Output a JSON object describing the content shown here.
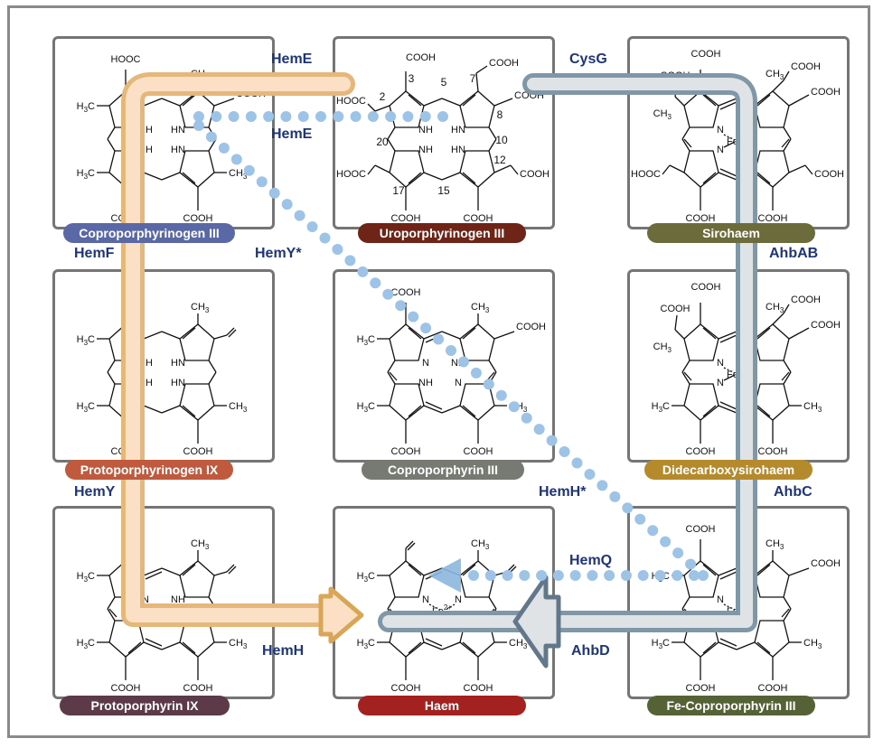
{
  "figure": {
    "title": "Haem biosynthesis pathways from uroporphyrinogen III",
    "colors": {
      "protoporphyrin_route": "#e6b77a",
      "protoporphyrin_route_fill": "#fbe0c6",
      "siroheme_route": "#7f97a6",
      "siroheme_route_fill": "#dfe3e6",
      "coproporphyrin_route_dots": "#9dc3e6",
      "enzyme_text": "#1f3575",
      "panel_border": "#757575",
      "frame_border": "#8a8a8a"
    }
  },
  "compounds": [
    {
      "id": "coproporphyrinogen-iii",
      "label": "Coproporphyrinogen III",
      "color": "#5a68a6"
    },
    {
      "id": "uroporphyrinogen-iii",
      "label": "Uroporphyrinogen III",
      "color": "#6e2417"
    },
    {
      "id": "sirohaem",
      "label": "Sirohaem",
      "color": "#6b6b3c"
    },
    {
      "id": "protoporphyrinogen-ix",
      "label": "Protoporphyrinogen IX",
      "color": "#c05a3f"
    },
    {
      "id": "coproporphyrin-iii",
      "label": "Coproporphyrin III",
      "color": "#777a72"
    },
    {
      "id": "didecarboxysirohaem",
      "label": "Didecarboxysirohaem",
      "color": "#b58a2c"
    },
    {
      "id": "protoporphyrin-ix",
      "label": "Protoporphyrin IX",
      "color": "#5c3a48"
    },
    {
      "id": "haem",
      "label": "Haem",
      "color": "#a3221f"
    },
    {
      "id": "fe-coproporphyrin-iii",
      "label": "Fe-Coproporphyrin III",
      "color": "#556236"
    }
  ],
  "enzymes": {
    "hemE_top": "HemE",
    "hemE_bottom": "HemE",
    "cysG": "CysG",
    "hemF": "HemF",
    "hemY_star": "HemY*",
    "ahbAB": "AhbAB",
    "hemY": "HemY",
    "hemH_star": "HemH*",
    "ahbC": "AhbC",
    "hemQ": "HemQ",
    "hemH": "HemH",
    "ahbD": "AhbD"
  },
  "chem_labels": {
    "cooh": "COOH",
    "hooc": "HOOC",
    "ch3": "CH",
    "h3c": "H",
    "h3c_c": "C",
    "sub3": "3",
    "nh": "NH",
    "hn": "HN",
    "n": "N",
    "fe": "Fe",
    "fe_charge": "2+"
  },
  "uro_positions": [
    "2",
    "3",
    "5",
    "7",
    "8",
    "10",
    "12",
    "15",
    "17",
    "20"
  ]
}
